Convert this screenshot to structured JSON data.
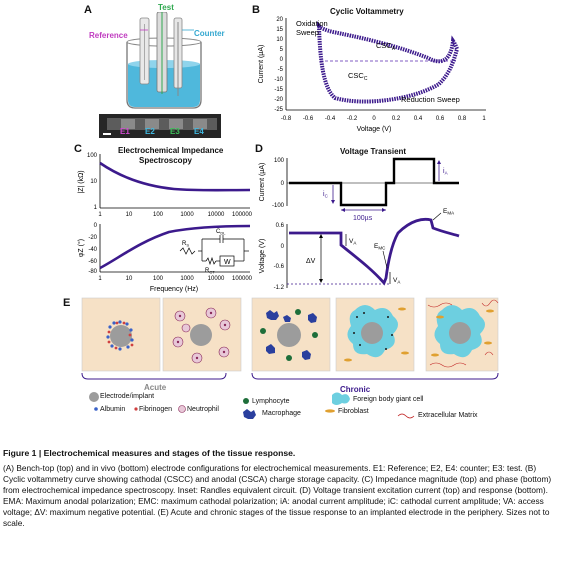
{
  "panels": {
    "A": {
      "letter": "A",
      "labels": {
        "test": "Test",
        "reference": "Reference",
        "counter": "Counter"
      },
      "electrodes": [
        "E1",
        "E2",
        "E3",
        "E4"
      ]
    },
    "B": {
      "letter": "B",
      "title": "Cyclic Voltammetry",
      "oxidation": "Oxidation Sweep",
      "oxidation_l1": "Oxidation",
      "oxidation_l2": "Sweep",
      "reduction": "Reduction Sweep",
      "csca": "CSCA",
      "cscc": "CSCC",
      "ylabel": "Current (µA)",
      "xlabel": "Voltage (V)",
      "yticks": [
        "20",
        "15",
        "10",
        "5",
        "0",
        "-5",
        "-10",
        "-15",
        "-20",
        "-25"
      ],
      "xticks": [
        "-0.8",
        "-0.6",
        "-0.4",
        "-0.2",
        "0",
        "0.2",
        "0.4",
        "0.6",
        "0.8",
        "1"
      ]
    },
    "C": {
      "letter": "C",
      "title_l1": "Electrochemical Impedance",
      "title_l2": "Spectroscopy",
      "ylabel_top": "|Z| (kΩ)",
      "ylabel_bot": "φZ (°)",
      "xlabel": "Frequency (Hz)",
      "yticks_top": [
        "100",
        "10",
        "1"
      ],
      "yticks_bot": [
        "0",
        "-20",
        "-40",
        "-60",
        "-80"
      ],
      "xticks": [
        "1",
        "10",
        "100",
        "1000",
        "10000",
        "100000"
      ],
      "circuit": {
        "rs": "Rs",
        "cdl": "CDL",
        "rct": "RCT",
        "w": "W"
      }
    },
    "D": {
      "letter": "D",
      "title": "Voltage Transient",
      "ylabel_top": "Current (µA)",
      "ylabel_bot": "Voltage (V)",
      "yticks_top": [
        "100",
        "0",
        "-100"
      ],
      "yticks_bot": [
        "0.6",
        "0",
        "-0.6",
        "-1.2"
      ],
      "ia": "iA",
      "ic": "iC",
      "time": "100µs",
      "ema": "EMA",
      "emc": "EMC",
      "va": "VA",
      "dv": "ΔV"
    },
    "E": {
      "letter": "E",
      "acute": "Acute",
      "chronic": "Chronic",
      "legend": {
        "electrode": "Electrode/implant",
        "albumin": "Albumin",
        "fibrinogen": "Fibrinogen",
        "neutrophil": "Neutrophil",
        "lymphocyte": "Lymphocyte",
        "fbgc": "Foreign body giant cell",
        "macrophage": "Macrophage",
        "fibroblast": "Fibroblast",
        "ecm": "Extracellular Matrix"
      }
    }
  },
  "caption": {
    "title": "Figure 1  |  Electrochemical measures and stages of the tissue response.",
    "body": "(A) Bench-top (top) and in vivo (bottom) electrode configurations for electrochemical measurements. E1: Reference; E2, E4: counter; E3: test. (B) Cyclic voltammetry curve showing cathodal (CSCC) and anodal (CSCA) charge storage capacity. (C) Impedance magnitude (top) and phase (bottom) from electrochemical impedance spectroscopy. Inset: Randles equivalent circuit. (D) Voltage transient excitation current (top) and response (bottom). EMA: Maximum anodal polarization; EMC: maximum cathodal polarization; iA: anodal current amplitude; iC: cathodal current amplitude; VA: access voltage; ΔV: maximum negative potential. (E) Acute and chronic stages of the tissue response to an implanted electrode in the periphery. Sizes not to scale."
  },
  "colors": {
    "curve": "#3c1a8c",
    "test": "#2fa84f",
    "reference": "#c03cc0",
    "counter": "#35a8d0",
    "tissue": "#f6e1c6"
  }
}
